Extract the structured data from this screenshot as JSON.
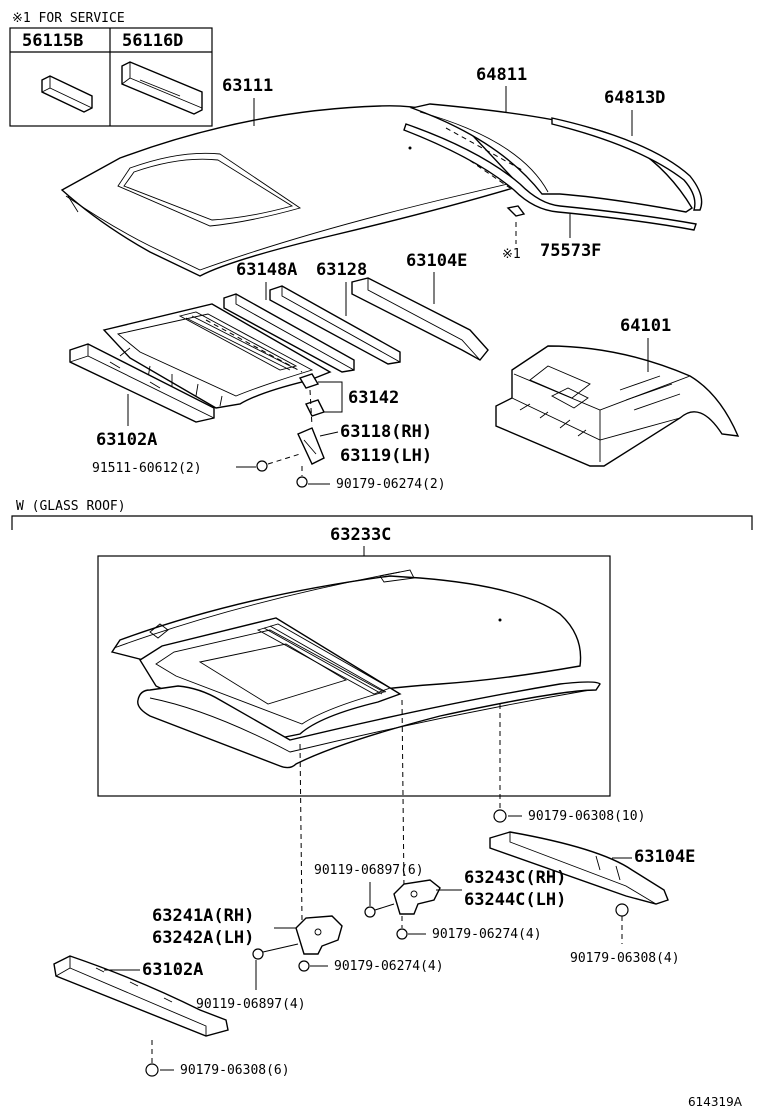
{
  "service_note": "※1 FOR SERVICE",
  "service_parts": [
    "56115B",
    "56116D"
  ],
  "glass_roof_note": "W (GLASS ROOF)",
  "kit_label": "63233C",
  "callouts": {
    "p63111": "63111",
    "p64811": "64811",
    "p64813D": "64813D",
    "p75573F": "75573F",
    "mark1": "※1",
    "p63148A": "63148A",
    "p63128": "63128",
    "p63104E_top": "63104E",
    "p64101": "64101",
    "p63142": "63142",
    "p63102A_top": "63102A",
    "p63118": "63118(RH)",
    "p63119": "63119(LH)",
    "f91511": "91511-60612(2)",
    "f90179_2": "90179-06274(2)",
    "f90179_10": "90179-06308(10)",
    "f90119_6": "90119-06897(6)",
    "p63243C": "63243C(RH)",
    "p63244C": "63244C(LH)",
    "p63104E_bot": "63104E",
    "p63241A": "63241A(RH)",
    "p63242A": "63242A(LH)",
    "f90179_4a": "90179-06274(4)",
    "f90179_4b": "90179-06274(4)",
    "p63102A_bot": "63102A",
    "f90119_4": "90119-06897(4)",
    "f90179_308_4": "90179-06308(4)",
    "f90179_308_6": "90179-06308(6)"
  },
  "diagram_id": "614319A"
}
